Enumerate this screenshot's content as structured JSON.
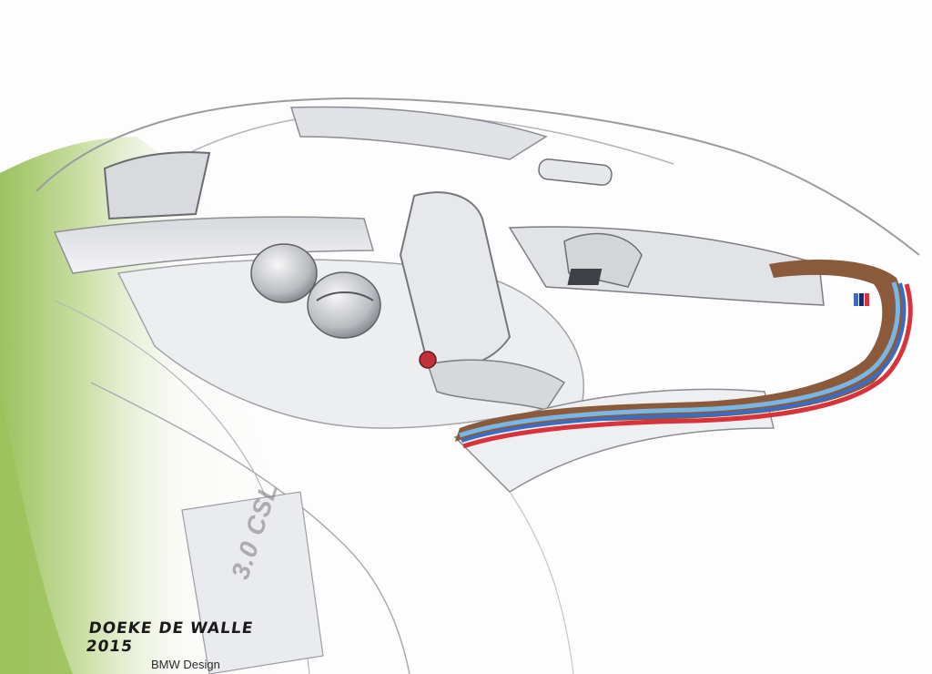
{
  "artwork": {
    "signature": "DOEKE DE WALLE 2015",
    "brand": "BMW Design",
    "badge": "3.0 CSL"
  },
  "colors": {
    "body_green": "#9bc25a",
    "interior_grey": "#c9cbd0",
    "trim_brown": "#8a5a3a",
    "stripe_red": "#d8333a",
    "stripe_blue": "#3a6cc4",
    "stripe_light_blue": "#78b6e6"
  }
}
